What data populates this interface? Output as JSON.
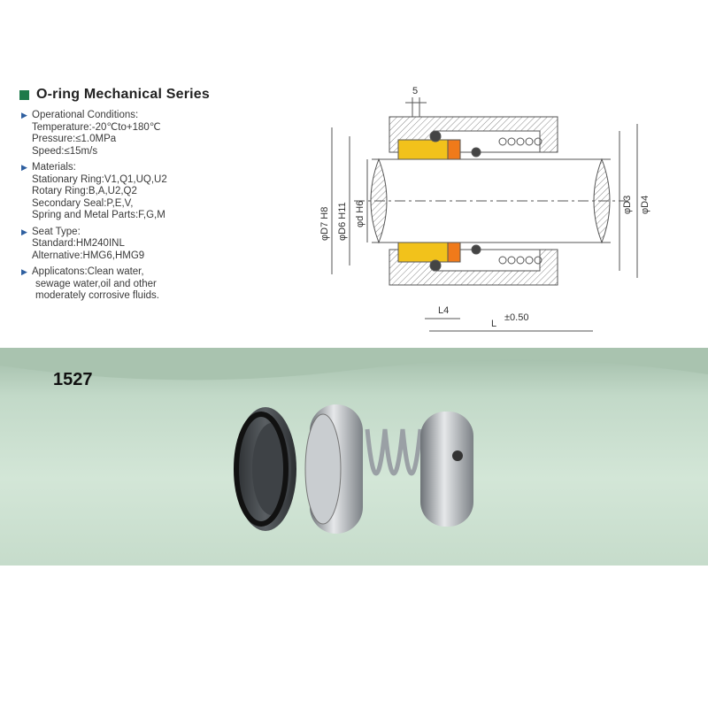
{
  "title": "O-ring Mechanical Series",
  "operational": {
    "heading": "Operational Conditions:",
    "temperature": "Temperature:-20℃to+180℃",
    "pressure": "Pressure:≤1.0MPa",
    "speed": "Speed:≤15m/s"
  },
  "materials": {
    "heading": "Materials:",
    "stationary": "Stationary Ring:V1,Q1,UQ,U2",
    "rotary": "Rotary Ring:B,A,U2,Q2",
    "secondary": "Secondary Seal:P,E,V,",
    "spring": "Spring and Metal Parts:F,G,M"
  },
  "seat": {
    "heading": "Seat Type:",
    "standard": "Standard:HM240INL",
    "alternative": "Alternative:HMG6,HMG9"
  },
  "applications": {
    "line1": "Applicatons:Clean water,",
    "line2": "sewage water,oil and other",
    "line3": "moderately corrosive fluids."
  },
  "drawing": {
    "dim_top": "5",
    "d7": "φD7 H8",
    "d6": "φD6 H11",
    "d": "φd H6",
    "d3": "φD3",
    "d4": "φD4",
    "l4": "L4",
    "l": "L",
    "tol": "±0.50"
  },
  "model": "1527",
  "colors": {
    "accent": "#1e7a4a",
    "bullet": "#2e5fa0",
    "band": "#c2d9c8",
    "yellow_part": "#f2c21b",
    "orange_part": "#f07a1a"
  }
}
